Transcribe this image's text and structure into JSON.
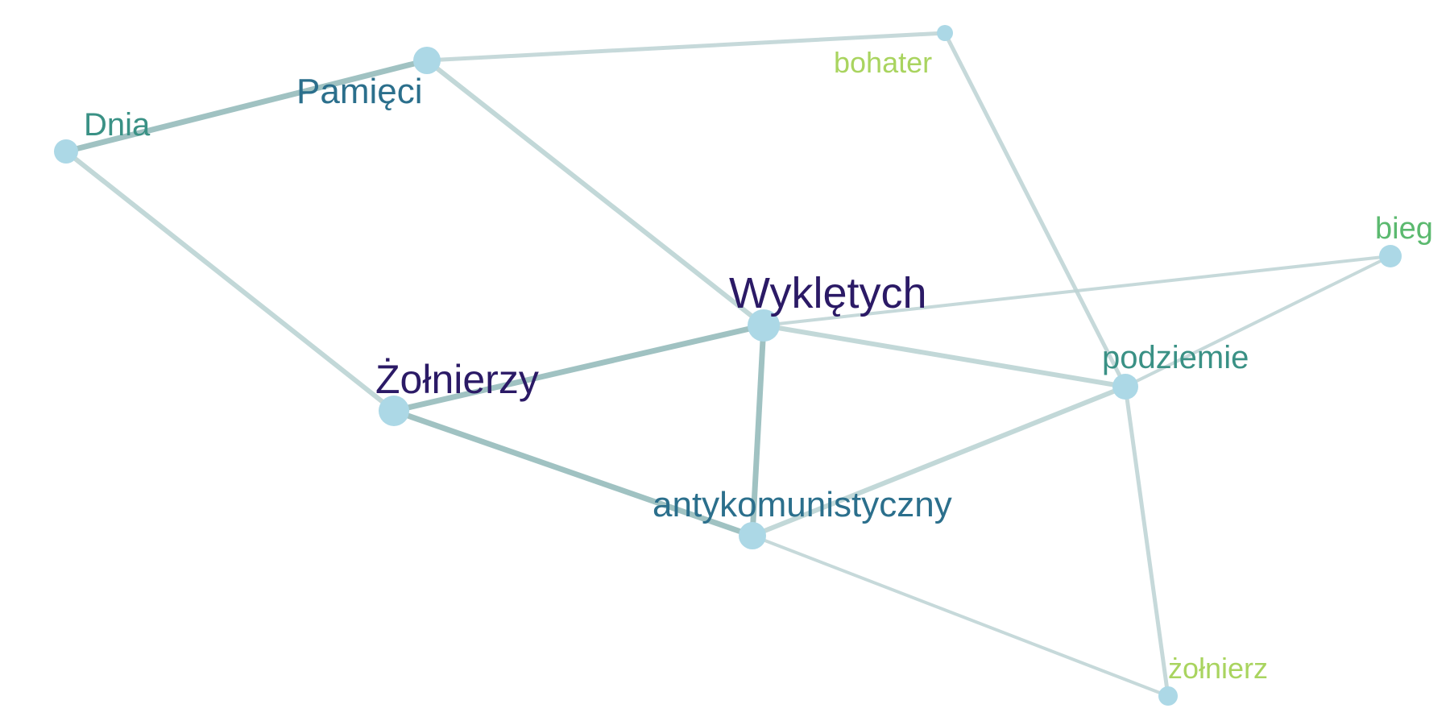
{
  "nodes": [
    {
      "id": "dnia",
      "label": "Dnia",
      "color": "#3a9185"
    },
    {
      "id": "pamieci",
      "label": "Pamięci",
      "color": "#2b6f8c"
    },
    {
      "id": "bohater",
      "label": "bohater",
      "color": "#a9d45f"
    },
    {
      "id": "bieg",
      "label": "bieg",
      "color": "#5bb96f"
    },
    {
      "id": "wykletych",
      "label": "Wyklętych",
      "color": "#2b1a66"
    },
    {
      "id": "zolnierzy",
      "label": "Żołnierzy",
      "color": "#2b1a66"
    },
    {
      "id": "podziemie",
      "label": "podziemie",
      "color": "#3a9185"
    },
    {
      "id": "antykomunistyczny",
      "label": "antykomunistyczny",
      "color": "#2b6f8c"
    },
    {
      "id": "zolnierz",
      "label": "żołnierz",
      "color": "#a9d45f"
    }
  ],
  "edges": [
    {
      "source": "dnia",
      "target": "pamieci",
      "weight": "strong"
    },
    {
      "source": "dnia",
      "target": "zolnierzy",
      "weight": "medium"
    },
    {
      "source": "pamieci",
      "target": "bohater",
      "weight": "light"
    },
    {
      "source": "pamieci",
      "target": "wykletych",
      "weight": "medium"
    },
    {
      "source": "bohater",
      "target": "podziemie",
      "weight": "light"
    },
    {
      "source": "wykletych",
      "target": "zolnierzy",
      "weight": "strong"
    },
    {
      "source": "wykletych",
      "target": "antykomunistyczny",
      "weight": "strong"
    },
    {
      "source": "wykletych",
      "target": "podziemie",
      "weight": "medium"
    },
    {
      "source": "wykletych",
      "target": "bieg",
      "weight": "thin"
    },
    {
      "source": "zolnierzy",
      "target": "antykomunistyczny",
      "weight": "strong"
    },
    {
      "source": "antykomunistyczny",
      "target": "podziemie",
      "weight": "medium"
    },
    {
      "source": "antykomunistyczny",
      "target": "zolnierz",
      "weight": "thin"
    },
    {
      "source": "podziemie",
      "target": "bieg",
      "weight": "thin"
    },
    {
      "source": "podziemie",
      "target": "zolnierz",
      "weight": "light"
    }
  ],
  "colors": {
    "node_fill": "#acd8e6",
    "edge_strong": "#8fb7b7",
    "edge_medium": "#b7d1d1",
    "edge_light": "#bcd2d4",
    "edge_thin": "#bcd2d4"
  }
}
